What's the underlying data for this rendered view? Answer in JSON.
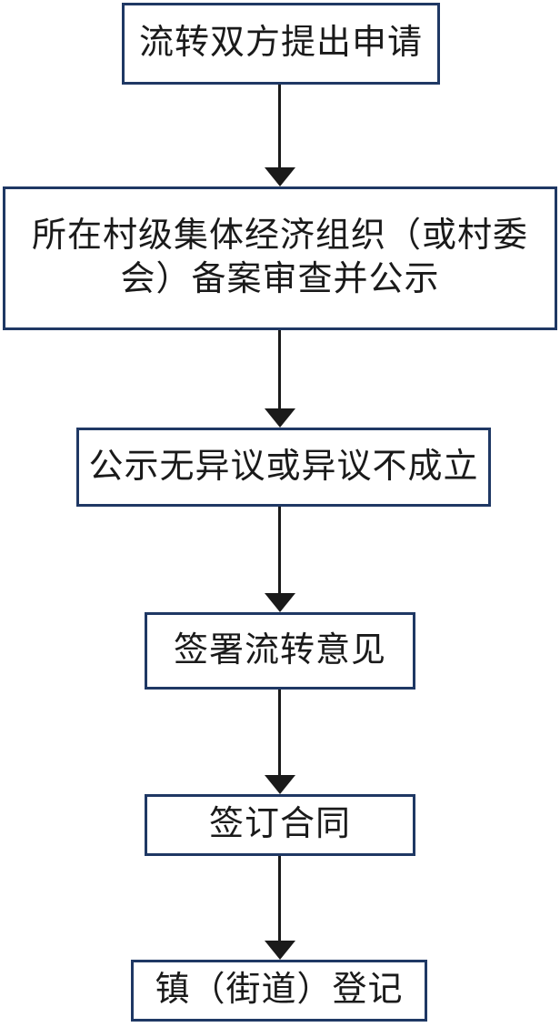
{
  "flowchart": {
    "type": "vertical-process-flow",
    "nodes": [
      {
        "id": "apply",
        "label": "流转双方提出申请"
      },
      {
        "id": "village-review",
        "label": "所在村级集体经济组织（或村委会）备案审查并公示"
      },
      {
        "id": "no-objection",
        "label": "公示无异议或异议不成立"
      },
      {
        "id": "sign-opinion",
        "label": "签署流转意见"
      },
      {
        "id": "sign-contract",
        "label": "签订合同"
      },
      {
        "id": "town-register",
        "label": "镇（街道）登记"
      }
    ],
    "edges": [
      {
        "from": "apply",
        "to": "village-review",
        "style": "arrow-down"
      },
      {
        "from": "village-review",
        "to": "no-objection",
        "style": "arrow-down"
      },
      {
        "from": "no-objection",
        "to": "sign-opinion",
        "style": "arrow-down"
      },
      {
        "from": "sign-opinion",
        "to": "sign-contract",
        "style": "arrow-down"
      },
      {
        "from": "sign-contract",
        "to": "town-register",
        "style": "arrow-down"
      }
    ],
    "colors": {
      "border": "#1f3864",
      "arrow": "#1a1a1a",
      "text": "#1a1a1a",
      "background": "#ffffff"
    }
  }
}
